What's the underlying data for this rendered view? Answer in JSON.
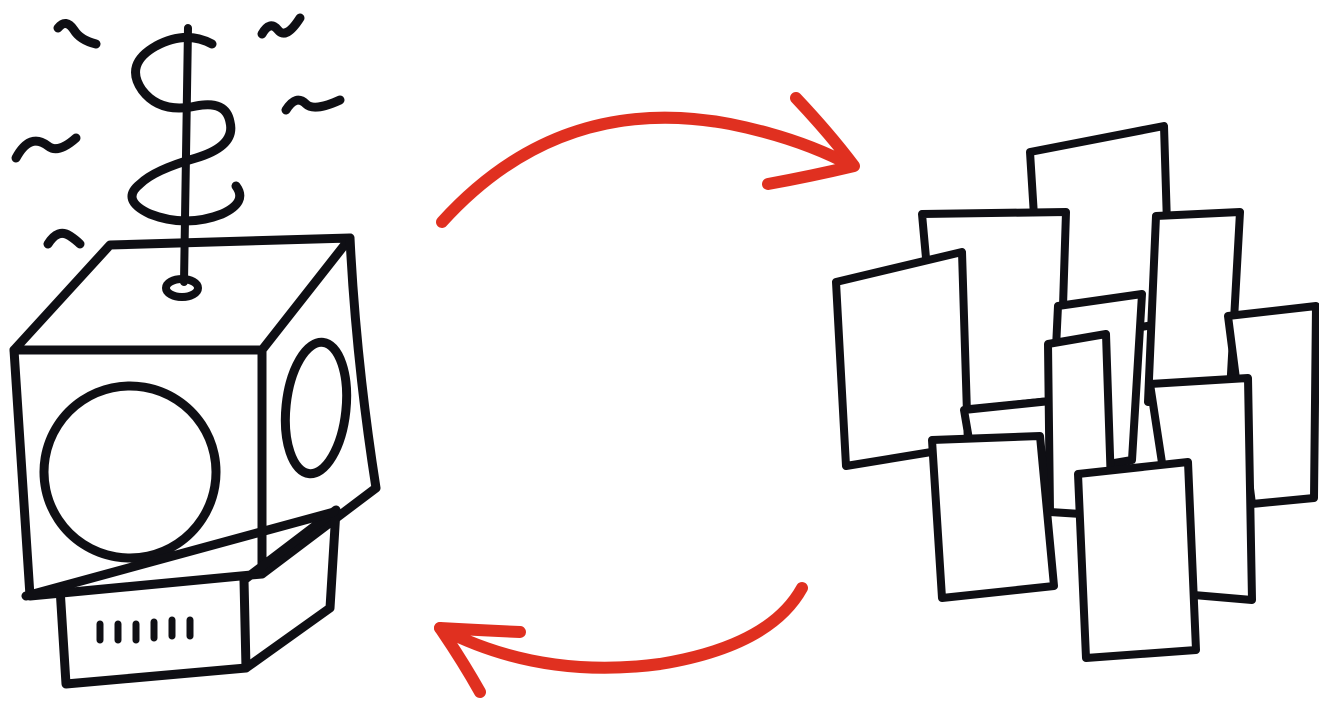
{
  "colors": {
    "background": "#ffffff",
    "ink": "#0f0f14",
    "arrow": "#e03020"
  },
  "diagram": {
    "left_figure": {
      "name": "money-machine",
      "icon": "dollar-box-icon",
      "sparks": 5,
      "vent_marks": 6
    },
    "right_figure": {
      "name": "stacked-pages",
      "icon": "sticky-notes-icon",
      "notes": 11
    },
    "arrows": [
      {
        "name": "arrow-to-pages",
        "direction": "left-to-right",
        "position": "top"
      },
      {
        "name": "arrow-to-machine",
        "direction": "right-to-left",
        "position": "bottom"
      }
    ]
  }
}
